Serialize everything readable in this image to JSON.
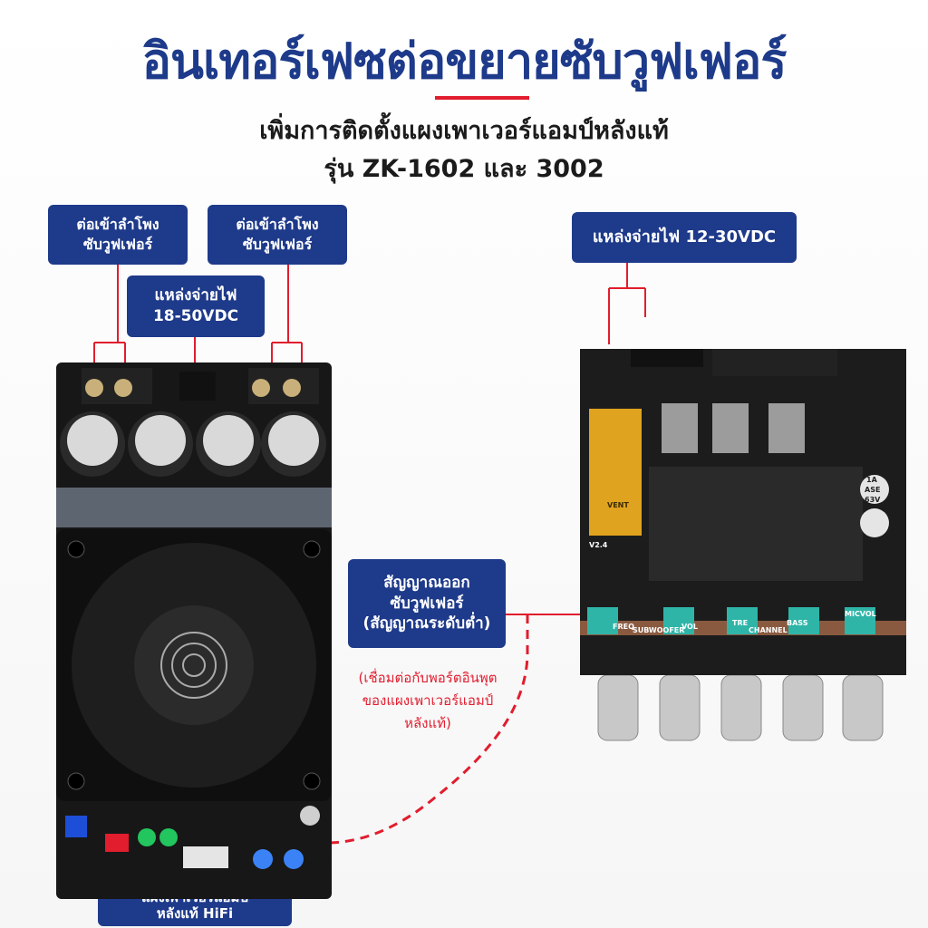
{
  "header": {
    "title": "อินเทอร์เฟซต่อขยายซับวูฟเฟอร์",
    "subtitle_line1": "เพิ่มการติดตั้งแผงเพาเวอร์แอมป์หลังแท้",
    "subtitle_line2": "รุ่น ZK-1602 และ 3002"
  },
  "labels": {
    "speaker_left": [
      "ต่อเข้าลำโพง",
      "ซับวูฟเฟอร์"
    ],
    "speaker_right": [
      "ต่อเข้าลำโพง",
      "ซับวูฟเฟอร์"
    ],
    "power_left": [
      "แหล่งจ่ายไฟ",
      "18-50VDC"
    ],
    "power_right": "แหล่งจ่ายไฟ 12-30VDC",
    "sub_output": [
      "สัญญาณออก",
      "ซับวูฟเฟอร์",
      "(สัญญาณระดับต่ำ)"
    ],
    "amp_board": [
      "แผงเพาเวอร์แอมป์",
      "หลังแท้ HiFi"
    ]
  },
  "note": [
    "(เชื่อมต่อกับพอร์ตอินพุต",
    "ของแผงเพาเวอร์แอมป์",
    "หลังแท้)"
  ],
  "board_right": {
    "knobs": [
      "FREQ",
      "SUBWOOFER",
      "VOL",
      "TRE",
      "CHANNEL",
      "BASS",
      "MICVOL"
    ],
    "version": "V2.4",
    "cap_text": "VENT",
    "cap_small": [
      "1A",
      "ASE",
      "63V"
    ]
  },
  "colors": {
    "brand_blue": "#1e3a8a",
    "accent_red": "#e11d2e",
    "pcb_black": "#1a1a1a",
    "knob_teal": "#2fb5a8"
  }
}
